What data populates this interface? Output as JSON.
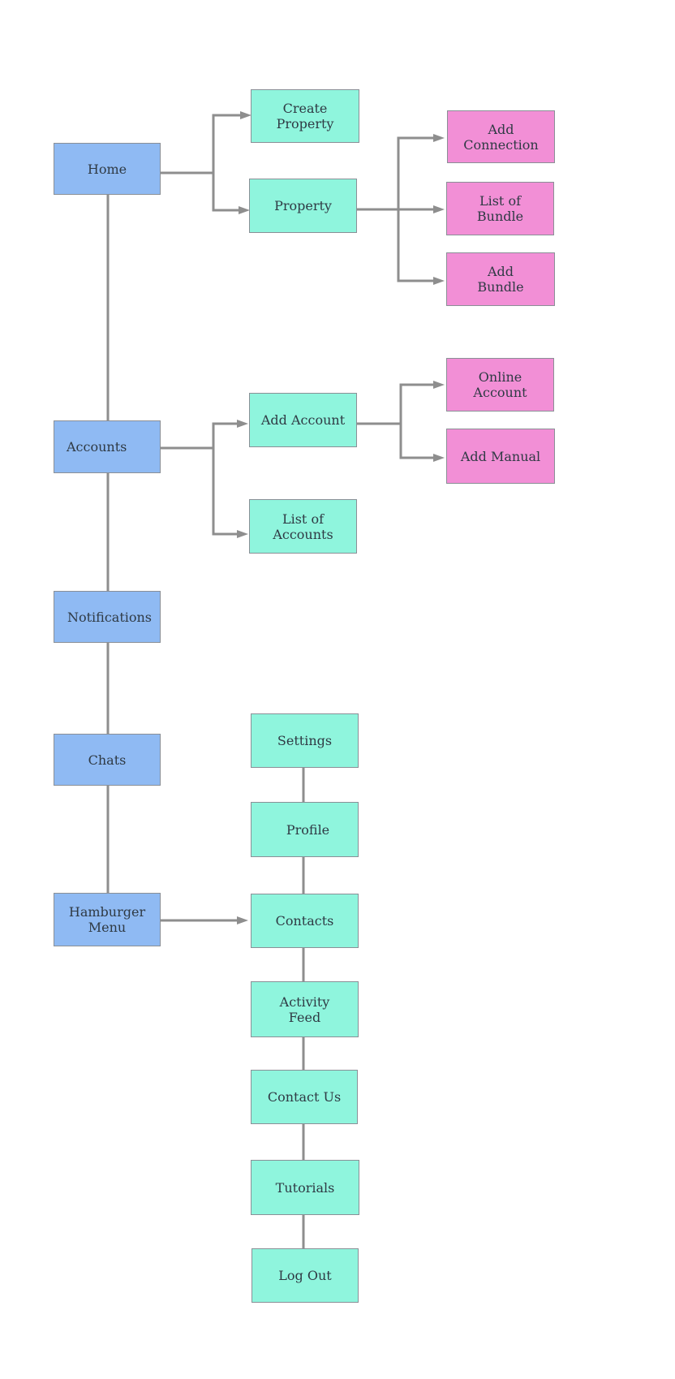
{
  "diagram": {
    "colors": {
      "main": "#8fbaf3",
      "sub": "#8ff5dd",
      "leaf": "#f28fd6",
      "connector": "#8e8e8e"
    },
    "main": {
      "home": "Home",
      "accounts": "Accounts",
      "notifications": "Notifications",
      "chats": "Chats",
      "hamburger_menu": "Hamburger\nMenu"
    },
    "home_children": {
      "create_property": "Create\nProperty",
      "property": "Property"
    },
    "property_children": {
      "add_connection": "Add\nConnection",
      "list_of_bundle": "List of\nBundle",
      "add_bundle": "Add\nBundle"
    },
    "accounts_children": {
      "add_account": "Add Account",
      "list_of_accounts": "List of\nAccounts"
    },
    "add_account_children": {
      "online_account": "Online\nAccount",
      "add_manual": "Add Manual"
    },
    "menu_items": {
      "settings": "Settings",
      "profile": "Profile",
      "contacts": "Contacts",
      "activity_feed": "Activity\nFeed",
      "contact_us": "Contact Us",
      "tutorials": "Tutorials",
      "log_out": "Log Out"
    }
  }
}
